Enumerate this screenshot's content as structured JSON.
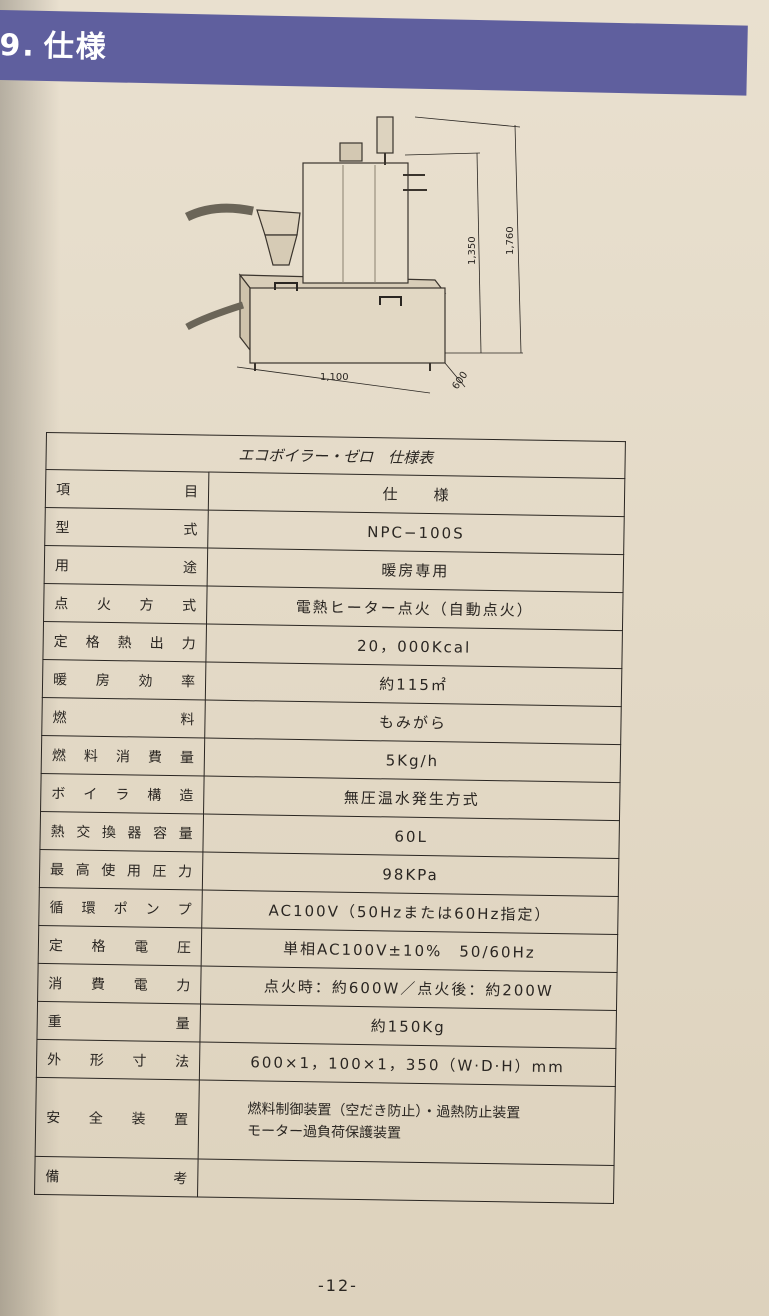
{
  "header": {
    "section_number": "9.",
    "section_title": "仕様"
  },
  "figure": {
    "dimensions": {
      "height_body": "1,350",
      "height_total": "1,760",
      "width": "1,100",
      "depth": "600"
    }
  },
  "spec_table": {
    "caption": "エコボイラー・ゼロ　仕様表",
    "rows": [
      {
        "label": "項目",
        "value": "仕　　様"
      },
      {
        "label": "型式",
        "value": "NPC−100S"
      },
      {
        "label": "用途",
        "value": "暖房専用"
      },
      {
        "label": "点火方式",
        "value": "電熱ヒーター点火（自動点火）"
      },
      {
        "label": "定格熱出力",
        "value": "20，000Kcal"
      },
      {
        "label": "暖房効率",
        "value": "約115㎡"
      },
      {
        "label": "燃料",
        "value": "もみがら"
      },
      {
        "label": "燃料消費量",
        "value": "5Kg/h"
      },
      {
        "label": "ボイラ構造",
        "value": "無圧温水発生方式"
      },
      {
        "label": "熱交換器容量",
        "value": "60L"
      },
      {
        "label": "最高使用圧力",
        "value": "98KPa"
      },
      {
        "label": "循環ポンプ",
        "value": "AC100V（50Hzまたは60Hz指定）"
      },
      {
        "label": "定格電圧",
        "value": "単相AC100V±10%　50/60Hz"
      },
      {
        "label": "消費電力",
        "value": "点火時：約600W／点火後：約200W"
      },
      {
        "label": "重量",
        "value": "約150Kg"
      },
      {
        "label": "外形寸法",
        "value": "600×1，100×1，350（W·D·H）mm"
      }
    ],
    "safety": {
      "label": "安全装置",
      "line1": "燃料制御装置（空だき防止）・過熱防止装置",
      "line2": "モーター過負荷保護装置"
    },
    "remarks": {
      "label": "備考",
      "value": ""
    }
  },
  "page_number": "-12-"
}
